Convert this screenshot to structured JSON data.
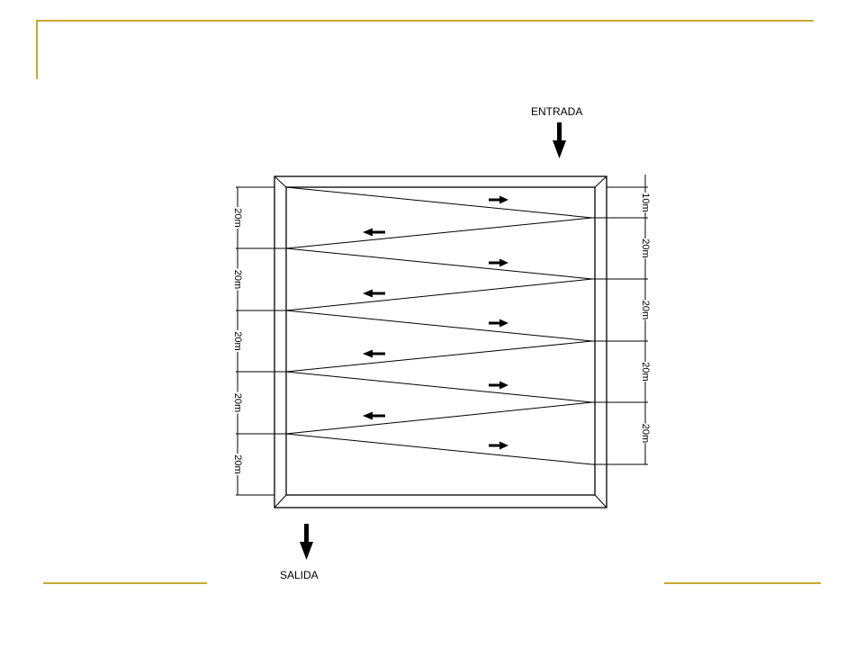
{
  "inlet_label": "ENTRADA",
  "outlet_label": "SALIDA",
  "right_dimensions": [
    "10m",
    "20m",
    "20m",
    "20m",
    "20m"
  ],
  "left_dimensions": [
    "20m",
    "20m",
    "20m",
    "20m",
    "20m"
  ],
  "flow_directions": [
    "right",
    "left",
    "right",
    "left",
    "right",
    "left",
    "right",
    "left",
    "right"
  ],
  "colors": {
    "accent": "#c8a832",
    "ink": "#000000"
  }
}
